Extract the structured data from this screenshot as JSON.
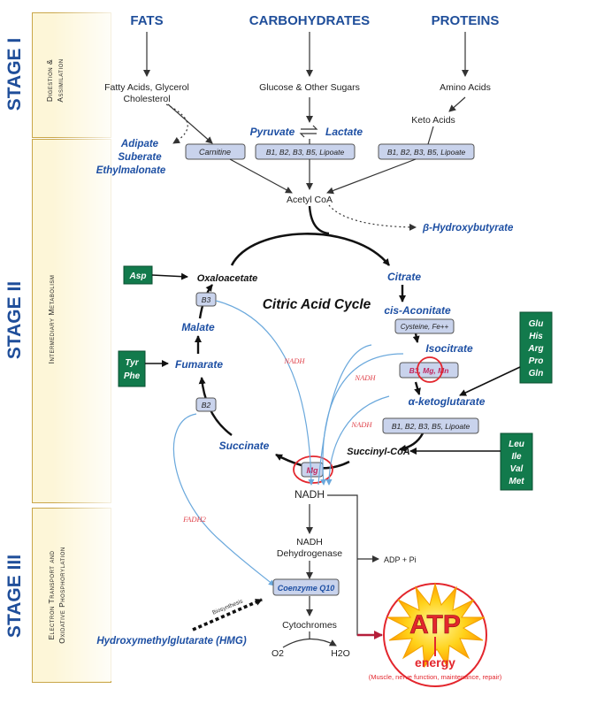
{
  "stages": [
    {
      "title": "STAGE I",
      "subtitle_line1": "Digestion &",
      "subtitle_line2": "Assimilation"
    },
    {
      "title": "STAGE II",
      "subtitle_line1": "Intermediary Metabolism",
      "subtitle_line2": ""
    },
    {
      "title": "STAGE III",
      "subtitle_line1": "Electron Transport and",
      "subtitle_line2": "Oxidative Phosphorylation"
    }
  ],
  "stage1": {
    "fats": "FATS",
    "carbohydrates": "CARBOHYDRATES",
    "proteins": "PROTEINS",
    "fatty_acids_line1": "Fatty Acids, Glycerol",
    "fatty_acids_line2": "Cholesterol",
    "glucose": "Glucose & Other Sugars",
    "amino_acids": "Amino Acids",
    "keto_acids": "Keto Acids",
    "pyruvate": "Pyruvate",
    "lactate": "Lactate",
    "adipate": "Adipate",
    "suberate": "Suberate",
    "ethylmalonate": "Ethylmalonate",
    "carnitine": "Carnitine",
    "cofactor_pyruvate": "B1, B2, B3, B5, Lipoate",
    "cofactor_keto": "B1, B2, B3, B5, Lipoate"
  },
  "stage2": {
    "acetyl_coa": "Acetyl CoA",
    "hydroxybutyrate": "β-Hydroxybutyrate",
    "cycle_title": "Citric Acid Cycle",
    "oxaloacetate": "Oxaloacetate",
    "citrate": "Citrate",
    "cis_aconitate": "cis-Aconitate",
    "isocitrate": "Isocitrate",
    "ketoglutarate": "α-ketoglutarate",
    "succinyl_coa": "Succinyl-CoA",
    "succinate": "Succinate",
    "fumarate": "Fumarate",
    "malate": "Malate",
    "b3_malate": "B3",
    "b2_fumarate": "B2",
    "cysteine": "Cysteine, Fe++",
    "isocitrate_cofactor": "B3, Mg, Mn",
    "kg_cofactor": "B1, B2, B3, B5, Lipoate",
    "mg": "Mg",
    "nadh_label": "NADH",
    "asp": "Asp",
    "tyr_phe": [
      "Tyr",
      "Phe"
    ],
    "glu_group": [
      "Glu",
      "His",
      "Arg",
      "Pro",
      "Gln"
    ],
    "leu_group": [
      "Leu",
      "Ile",
      "Val",
      "Met"
    ]
  },
  "stage3": {
    "nadh": "NADH",
    "fadh2": "FADH2",
    "nadh_dehydrogenase_line1": "NADH",
    "nadh_dehydrogenase_line2": "Dehydrogenase",
    "adp_pi": "ADP + Pi",
    "coenzyme_q10": "Coenzyme Q10",
    "biosynthesis": "Biosynthesis",
    "hmg": "Hydroxymethylglutarate (HMG)",
    "cytochromes": "Cytochromes",
    "o2": "O2",
    "h2o": "H2O",
    "atp": "ATP",
    "energy": "energy",
    "energy_caption": "(Muscle, nerve function, maintenance, repair)"
  },
  "colors": {
    "stage_blue": "#1f4e9a",
    "metabolite_blue": "#1d4fa3",
    "cofactor_fill": "#c9d3ec",
    "amino_green": "#127a4c",
    "nadh_red": "#e0424a",
    "light_blue": "#6aa8dc",
    "atp_red": "#e3262d",
    "atp_yellow": "#ffd21a"
  }
}
